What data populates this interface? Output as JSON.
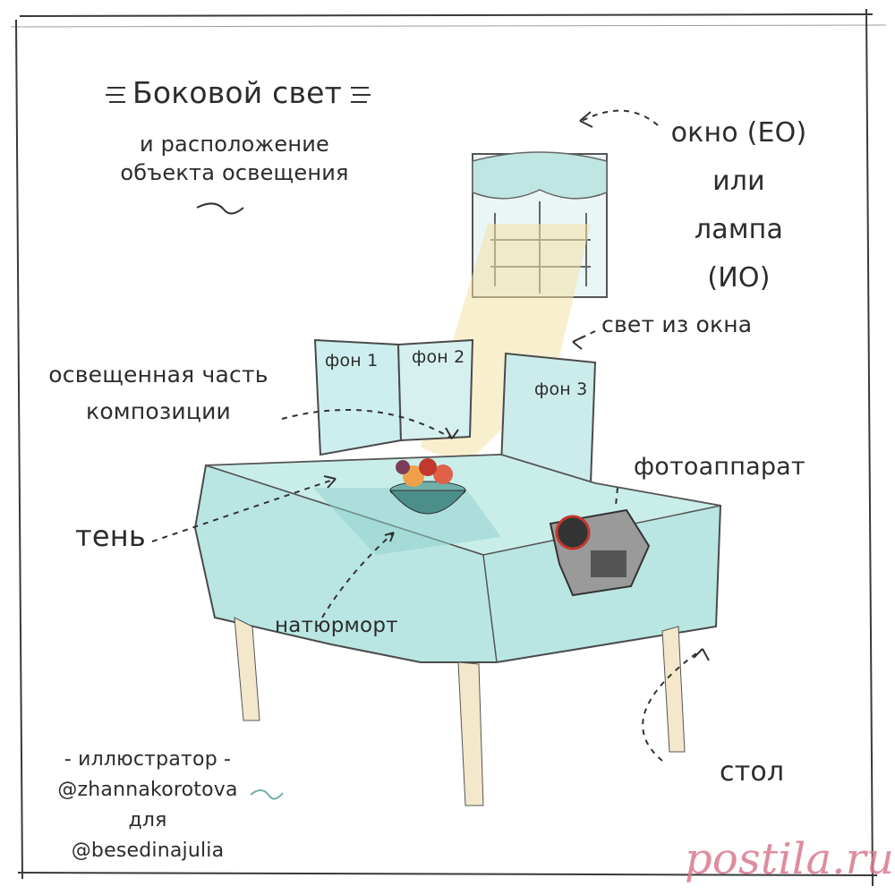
{
  "title": "Боковой свет",
  "subtitle": "и расположение объекта освещения",
  "labels": {
    "window_line1": "окно (ЕО)",
    "window_line2": "или",
    "window_line3": "лампа (ИО)",
    "light_from_window": "свет из окна",
    "lit_part": "освещенная часть композиции",
    "background1": "фон 1",
    "background2": "фон 2",
    "background3": "фон 3",
    "camera": "фотоаппарат",
    "shadow": "тень",
    "still_life": "натюрморт",
    "table": "стол"
  },
  "credits": {
    "line1": "- иллюстратор -",
    "line2": "@zhannakorotova",
    "line3": "для @besedinajulia"
  },
  "watermark": "postila.ru",
  "colors": {
    "tablecloth": "#b9e6e3",
    "tablecloth_shade": "#8fcfcc",
    "light": "#f3e2a6",
    "ink": "#3a3a3a",
    "watermark": "#d97a8e"
  }
}
